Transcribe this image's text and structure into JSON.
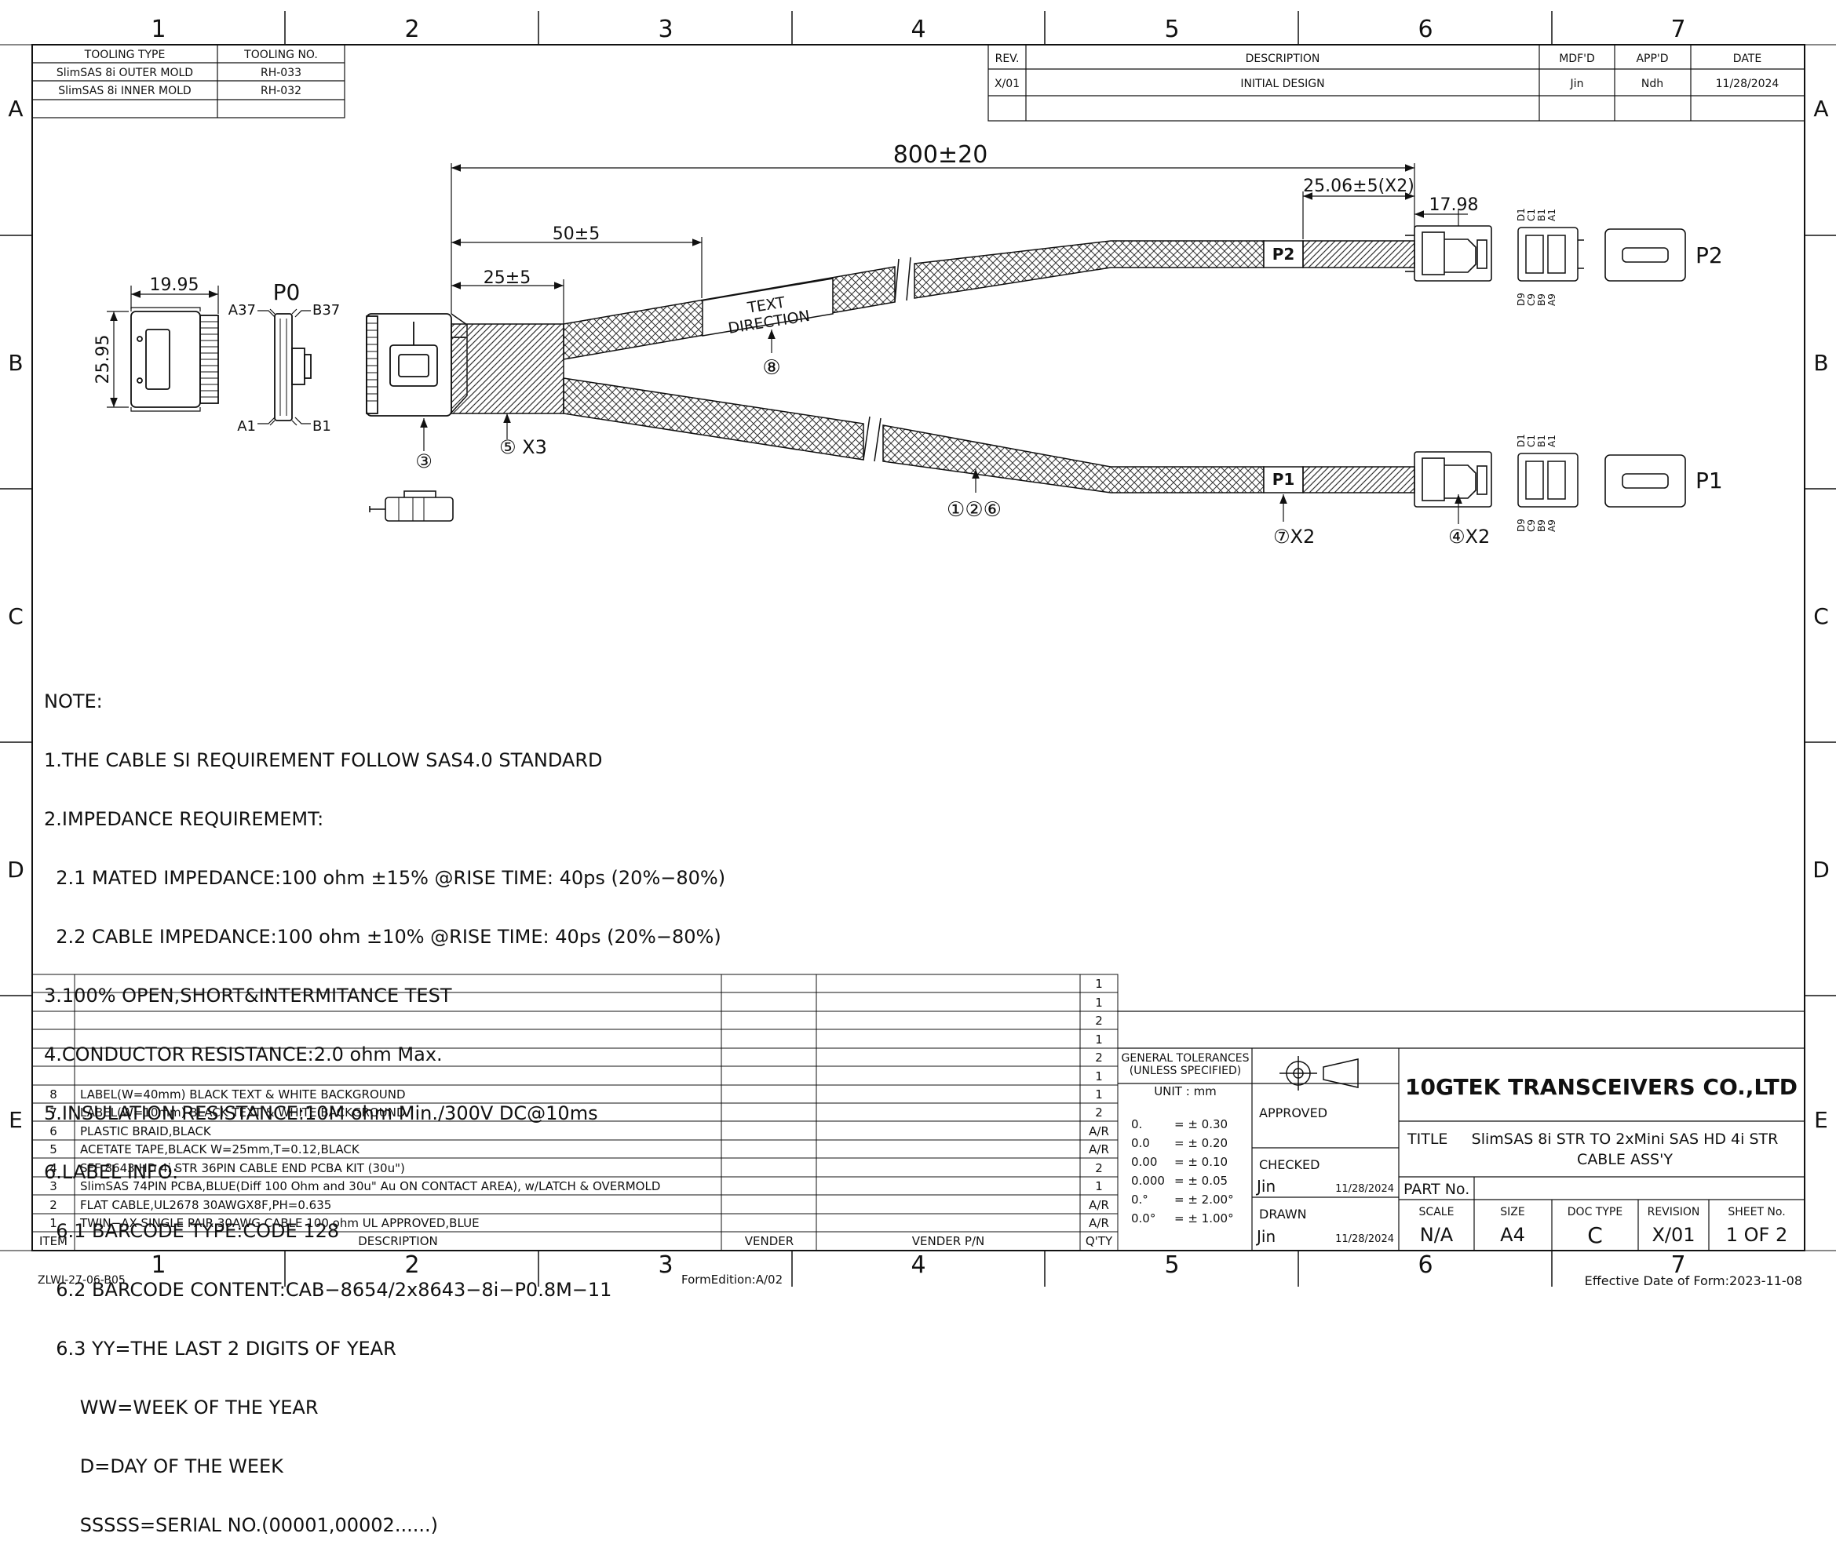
{
  "frame": {
    "columns": [
      "1",
      "2",
      "3",
      "4",
      "5",
      "6",
      "7"
    ],
    "rows": [
      "A",
      "B",
      "C",
      "D",
      "E"
    ],
    "doc_code": "ZLWI-27-06-B05",
    "form_edition": "FormEdition:A/02",
    "effective_date": "Effective Date of Form:2023-11-08"
  },
  "tooling": {
    "headers": [
      "TOOLING TYPE",
      "TOOLING NO."
    ],
    "rows": [
      [
        "SlimSAS 8i OUTER MOLD",
        "RH-033"
      ],
      [
        "SlimSAS 8i INNER MOLD",
        "RH-032"
      ]
    ]
  },
  "revision": {
    "headers": [
      "REV.",
      "DESCRIPTION",
      "MDF'D",
      "APP'D",
      "DATE"
    ],
    "rows": [
      [
        "X/01",
        "INITIAL DESIGN",
        "Jin",
        "Ndh",
        "11/28/2024"
      ]
    ]
  },
  "drawing": {
    "overall_length": "800±20",
    "dim_braid": "50±5",
    "dim_boot": "25±5",
    "dim_tail": "25.06±5(X2)",
    "dim_connector": "17.98",
    "dim_width": "19.95",
    "dim_height": "25.95",
    "p0": "P0",
    "pin_a37": "A37",
    "pin_b37": "B37",
    "pin_a1": "A1",
    "pin_b1": "B1",
    "label_p1": "P1",
    "label_p2": "P2",
    "text_direction_1": "TEXT",
    "text_direction_2": "DIRECTION",
    "callout_3": "③",
    "callout_5": "⑤ X3",
    "callout_8": "⑧",
    "callout_126": "①②⑥",
    "callout_7": "⑦X2",
    "callout_4": "④X2",
    "pins_top": [
      "D1",
      "C1",
      "B1",
      "A1"
    ],
    "pins_bottom": [
      "D9",
      "C9",
      "B9",
      "A9"
    ]
  },
  "notes": [
    "NOTE:",
    "1.THE CABLE SI REQUIREMENT FOLLOW SAS4.0 STANDARD",
    "2.IMPEDANCE REQUIREMEMT:",
    "  2.1 MATED IMPEDANCE:100 ohm ±15% @RISE TIME: 40ps (20%−80%)",
    "  2.2 CABLE IMPEDANCE:100 ohm ±10% @RISE TIME: 40ps (20%−80%)",
    "3.100% OPEN,SHORT&INTERMITANCE TEST",
    "4.CONDUCTOR RESISTANCE:2.0 ohm Max.",
    "5.INSULATION RESISTANCE:10M ohm Min./300V DC@10ms",
    "6.LABEL INFO:",
    "  6.1 BARCODE TYPE:CODE 128",
    "  6.2 BARCODE CONTENT:CAB−8654/2x8643−8i−P0.8M−11",
    "  6.3 YY=THE LAST 2 DIGITS OF YEAR",
    "      WW=WEEK OF THE YEAR",
    "      D=DAY OF THE WEEK",
    "      SSSSS=SERIAL NO.(00001,00002......)"
  ],
  "bom": {
    "headers": [
      "ITEM",
      "DESCRIPTION",
      "VENDER",
      "VENDER P/N",
      "Q'TY"
    ],
    "blank_qty": [
      "1",
      "1",
      "2",
      "1",
      "2",
      "1"
    ],
    "rows": [
      [
        "8",
        "LABEL(W=40mm) BLACK TEXT & WHITE BACKGROUND",
        "1"
      ],
      [
        "7",
        "LABEL(W=10mm) BLACK TEXT & WHITE BACKGROUND",
        "2"
      ],
      [
        "6",
        "PLASTIC BRAID,BLACK",
        "A/R"
      ],
      [
        "5",
        "ACETATE TAPE,BLACK W=25mm,T=0.12,BLACK",
        "A/R"
      ],
      [
        "4",
        "SFF 8643 HD 4i STR 36PIN CABLE END PCBA KIT (30u\")",
        "2"
      ],
      [
        "3",
        "SlimSAS 74PIN PCBA,BLUE(Diff 100 Ohm and 30u\" Au ON CONTACT AREA), w/LATCH & OVERMOLD",
        "1"
      ],
      [
        "2",
        "FLAT CABLE,UL2678 30AWGX8F,PH=0.635",
        "A/R"
      ],
      [
        "1",
        "TWIN−AX SINGLE PAIR 30AWG CABLE 100 ohm UL APPROVED,BLUE",
        "A/R"
      ]
    ]
  },
  "title_block": {
    "tol_title1": "GENERAL TOLERANCES",
    "tol_title2": "(UNLESS SPECIFIED)",
    "unit": "UNIT : mm",
    "tolerances": [
      [
        "0.",
        "= ± 0.30"
      ],
      [
        "0.0",
        "= ± 0.20"
      ],
      [
        "0.00",
        "= ± 0.10"
      ],
      [
        "0.000",
        "= ± 0.05"
      ],
      [
        "0.°",
        "= ± 2.00°"
      ],
      [
        "0.0°",
        "= ± 1.00°"
      ]
    ],
    "approved": "APPROVED",
    "checked": "CHECKED",
    "checked_by": "Jin",
    "checked_date": "11/28/2024",
    "drawn": "DRAWN",
    "drawn_by": "Jin",
    "drawn_date": "11/28/2024",
    "company": "10GTEK TRANSCEIVERS CO.,LTD",
    "title_label": "TITLE",
    "title_line1": "SlimSAS 8i STR TO 2xMini SAS HD 4i STR",
    "title_line2": "CABLE ASS'Y",
    "part_no_label": "PART No.",
    "scale_label": "SCALE",
    "scale": "N/A",
    "size_label": "SIZE",
    "size": "A4",
    "doc_type_label": "DOC TYPE",
    "doc_type": "C",
    "revision_label": "REVISION",
    "revision": "X/01",
    "sheet_label": "SHEET No.",
    "sheet": "1 OF 2"
  }
}
